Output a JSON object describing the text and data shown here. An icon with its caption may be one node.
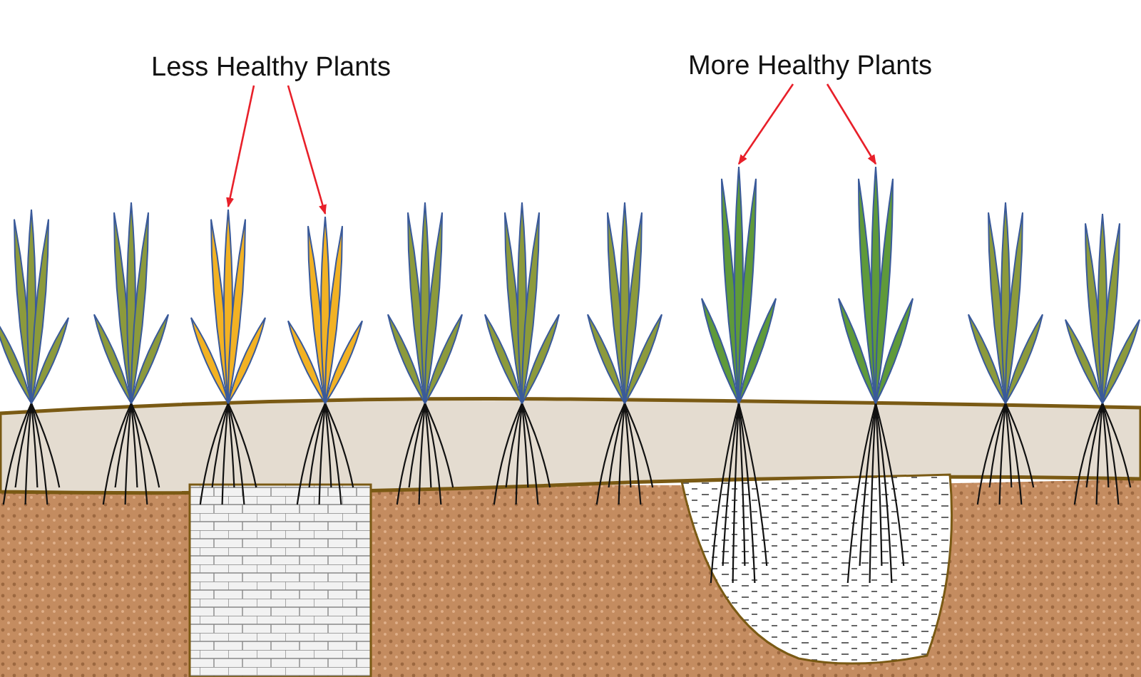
{
  "diagram": {
    "nodes": [
      {
        "text": [
          "Less Healthy Plants"
        ]
      },
      {
        "text": [],
        "shape": "picture"
      },
      {
        "text": [],
        "shape": "picture"
      },
      {
        "text": [
          "More Healthy Plants"
        ]
      },
      {
        "text": [],
        "shape": "picture"
      },
      {
        "text": [],
        "shape": "picture"
      }
    ],
    "edges": [
      {
        "from": 0,
        "to": 1,
        "arrow": "to",
        "color": "#e8202a"
      },
      {
        "from": 0,
        "to": 2,
        "arrow": "to",
        "color": "#e8202a"
      },
      {
        "from": 3,
        "to": 4,
        "arrow": "to",
        "color": "#e8202a"
      },
      {
        "from": 3,
        "to": 5,
        "arrow": "to",
        "color": "#e8202a"
      }
    ]
  }
}
